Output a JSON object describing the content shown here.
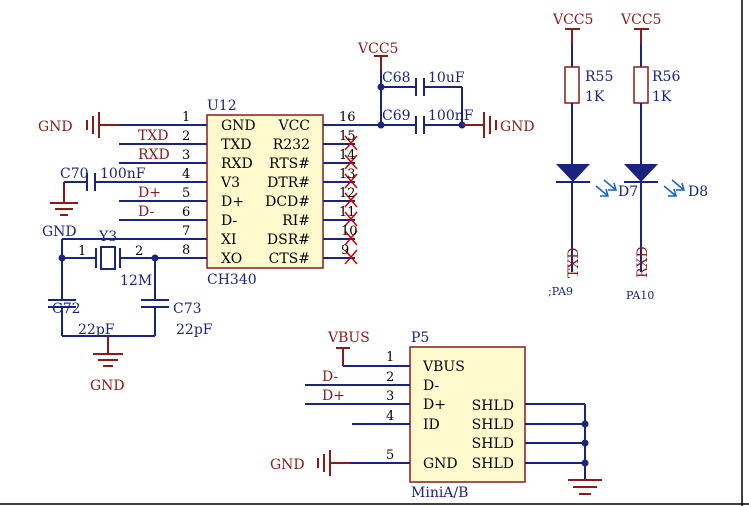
{
  "u12": {
    "ref": "U12",
    "part": "CH340",
    "left_pins": [
      {
        "num": "1",
        "name": "GND",
        "net": "GND"
      },
      {
        "num": "2",
        "name": "TXD",
        "net": "TXD"
      },
      {
        "num": "3",
        "name": "RXD",
        "net": "RXD"
      },
      {
        "num": "4",
        "name": "V3",
        "net": ""
      },
      {
        "num": "5",
        "name": "D+",
        "net": "D+"
      },
      {
        "num": "6",
        "name": "D-",
        "net": "D-"
      },
      {
        "num": "7",
        "name": "XI",
        "net": ""
      },
      {
        "num": "8",
        "name": "XO",
        "net": ""
      }
    ],
    "right_pins": [
      {
        "num": "16",
        "name": "VCC"
      },
      {
        "num": "15",
        "name": "R232"
      },
      {
        "num": "14",
        "name": "RTS#"
      },
      {
        "num": "13",
        "name": "DTR#"
      },
      {
        "num": "12",
        "name": "DCD#"
      },
      {
        "num": "11",
        "name": "RI#"
      },
      {
        "num": "10",
        "name": "DSR#"
      },
      {
        "num": "9",
        "name": "CTS#"
      }
    ]
  },
  "power": {
    "vcc_top": "VCC5",
    "gnd_pin1": "GND",
    "gnd_right": "GND",
    "gnd_c70": "GND",
    "gnd_crystal": "GND",
    "gnd_p5": "GND"
  },
  "caps": {
    "c68": {
      "ref": "C68",
      "value": "10uF"
    },
    "c69": {
      "ref": "C69",
      "value": "100nF"
    },
    "c70": {
      "ref": "C70",
      "value": "100nF"
    },
    "c72": {
      "ref": "C72",
      "value": "22pF"
    },
    "c73": {
      "ref": "C73",
      "value": "22pF"
    }
  },
  "crystal": {
    "ref": "Y3",
    "value": "12M",
    "pin1": "1",
    "pin2": "2"
  },
  "leds": {
    "left": {
      "vcc": "VCC5",
      "res_ref": "R55",
      "res_val": "1K",
      "led_ref": "D7",
      "net": "TXD",
      "port": ";PA9"
    },
    "right": {
      "vcc": "VCC5",
      "res_ref": "R56",
      "res_val": "1K",
      "led_ref": "D8",
      "net": "RXD",
      "port": "PA10"
    }
  },
  "p5": {
    "ref": "P5",
    "part": "MiniA/B",
    "vbus_net": "VBUS",
    "pins": [
      {
        "num": "1",
        "name": "VBUS",
        "net": ""
      },
      {
        "num": "2",
        "name": "D-",
        "net": "D-"
      },
      {
        "num": "3",
        "name": "D+",
        "net": "D+"
      },
      {
        "num": "4",
        "name": "ID",
        "net": ""
      },
      {
        "num": "5",
        "name": "GND",
        "net": "GND"
      }
    ],
    "shld": [
      "SHLD",
      "SHLD",
      "SHLD",
      "SHLD"
    ]
  }
}
